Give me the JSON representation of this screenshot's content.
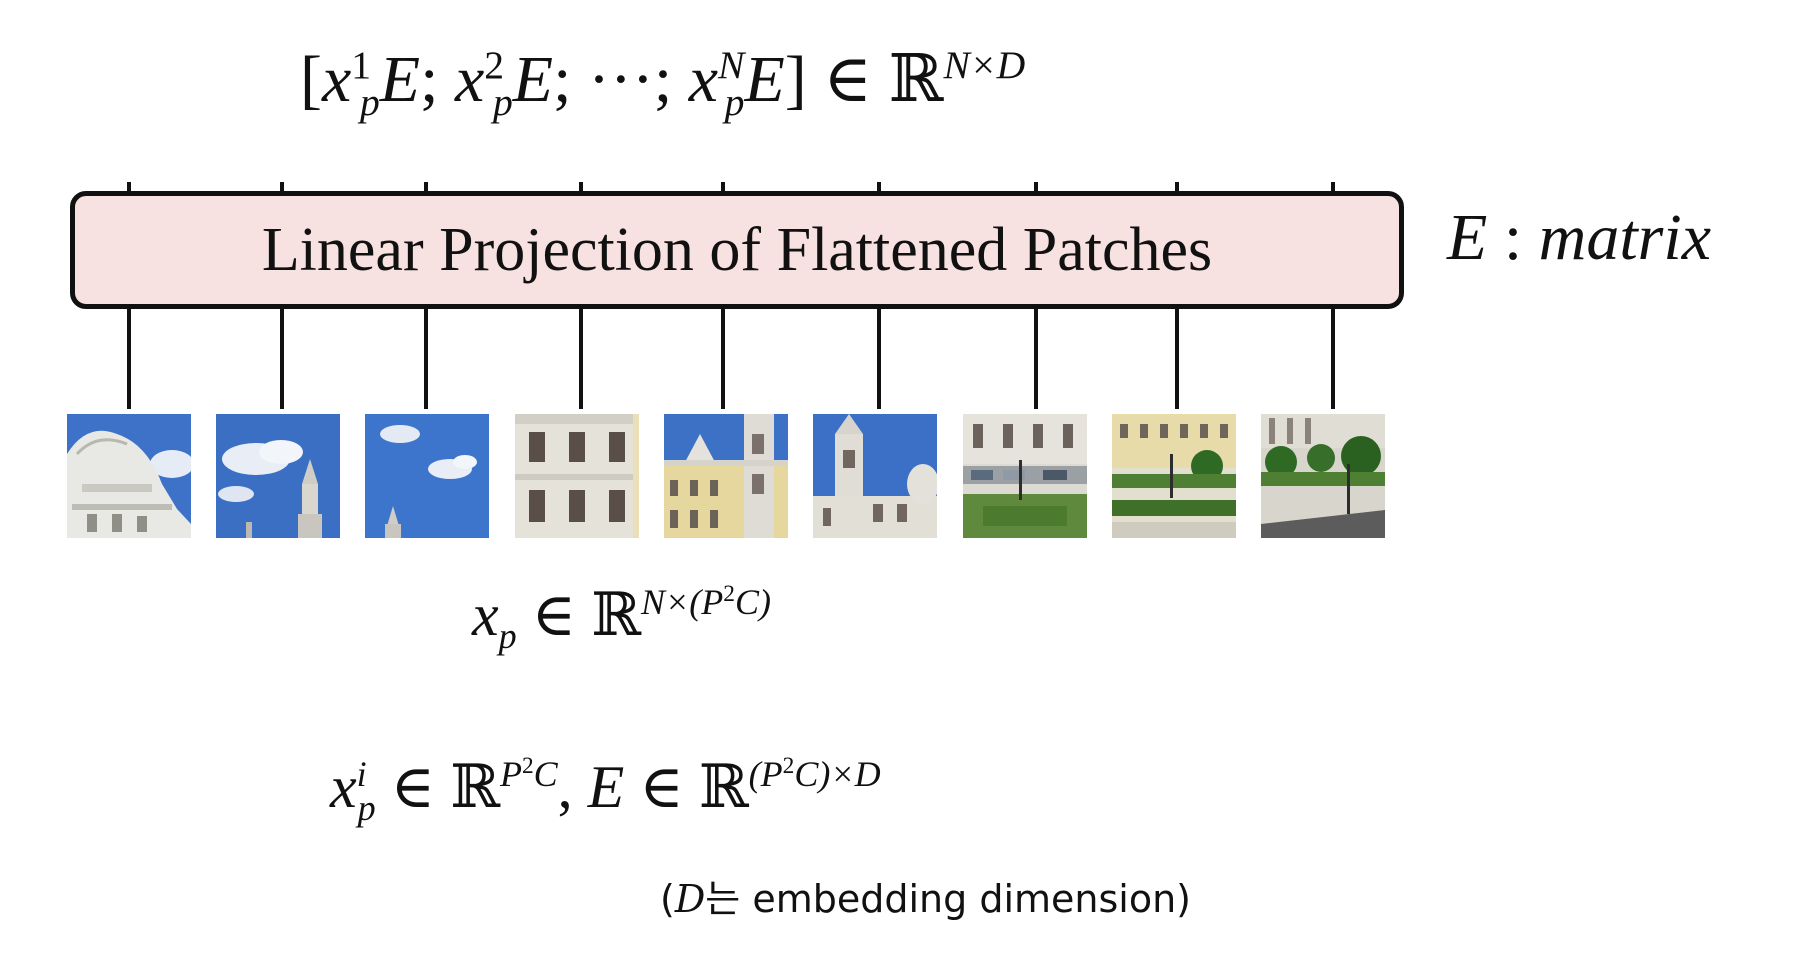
{
  "top_formula": {
    "bracket_open": "[",
    "x1": "x",
    "sup1": "1",
    "sub1": "p",
    "e1": "E",
    "sep1": ";",
    "x2": "x",
    "sup2": "2",
    "sub2": "p",
    "e2": "E",
    "sep2": ";",
    "dots": "···",
    "sep3": ";",
    "x3": "x",
    "sup3": "N",
    "sub3": "p",
    "e3": "E",
    "bracket_close": "]",
    "in": "∈",
    "reals": "ℝ",
    "dim": "N×D"
  },
  "projection": {
    "label": "Linear Projection of Flattened Patches"
  },
  "e_matrix": {
    "e": "E",
    "colon": ":",
    "text": "matrix"
  },
  "xp_formula": {
    "x": "x",
    "sub": "p",
    "in": "∈",
    "reals": "ℝ",
    "dim_a": "N×(P",
    "dim_sq": "2",
    "dim_b": "C)"
  },
  "xpi_formula": {
    "x": "x",
    "sup": "i",
    "sub": "p",
    "in1": "∈",
    "reals1": "ℝ",
    "dim1_a": "P",
    "dim1_sq": "2",
    "dim1_b": "C",
    "comma": ",",
    "e": "E",
    "in2": "∈",
    "reals2": "ℝ",
    "dim2_a": "(P",
    "dim2_sq": "2",
    "dim2_b": "C)×D"
  },
  "caption": {
    "open": "(",
    "d": "D",
    "korean": "는",
    "text": " embedding dimension)"
  },
  "patches": [
    {
      "name": "patch-1-dome"
    },
    {
      "name": "patch-2-sky-tower"
    },
    {
      "name": "patch-3-sky-spire"
    },
    {
      "name": "patch-4-facade-windows"
    },
    {
      "name": "patch-5-palace-towers"
    },
    {
      "name": "patch-6-church-tower"
    },
    {
      "name": "patch-7-street-cars"
    },
    {
      "name": "patch-8-hedges-building"
    },
    {
      "name": "patch-9-trees-road"
    }
  ]
}
